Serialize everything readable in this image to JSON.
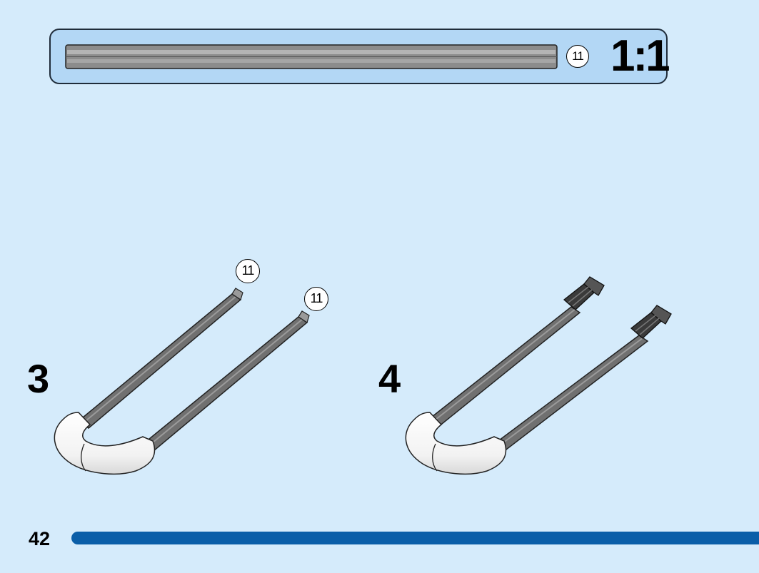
{
  "parts_box": {
    "part_count": "11",
    "scale": "1:1"
  },
  "steps": [
    {
      "number": "3",
      "callouts": [
        "11",
        "11"
      ]
    },
    {
      "number": "4"
    }
  ],
  "footer": {
    "page_number": "42"
  }
}
